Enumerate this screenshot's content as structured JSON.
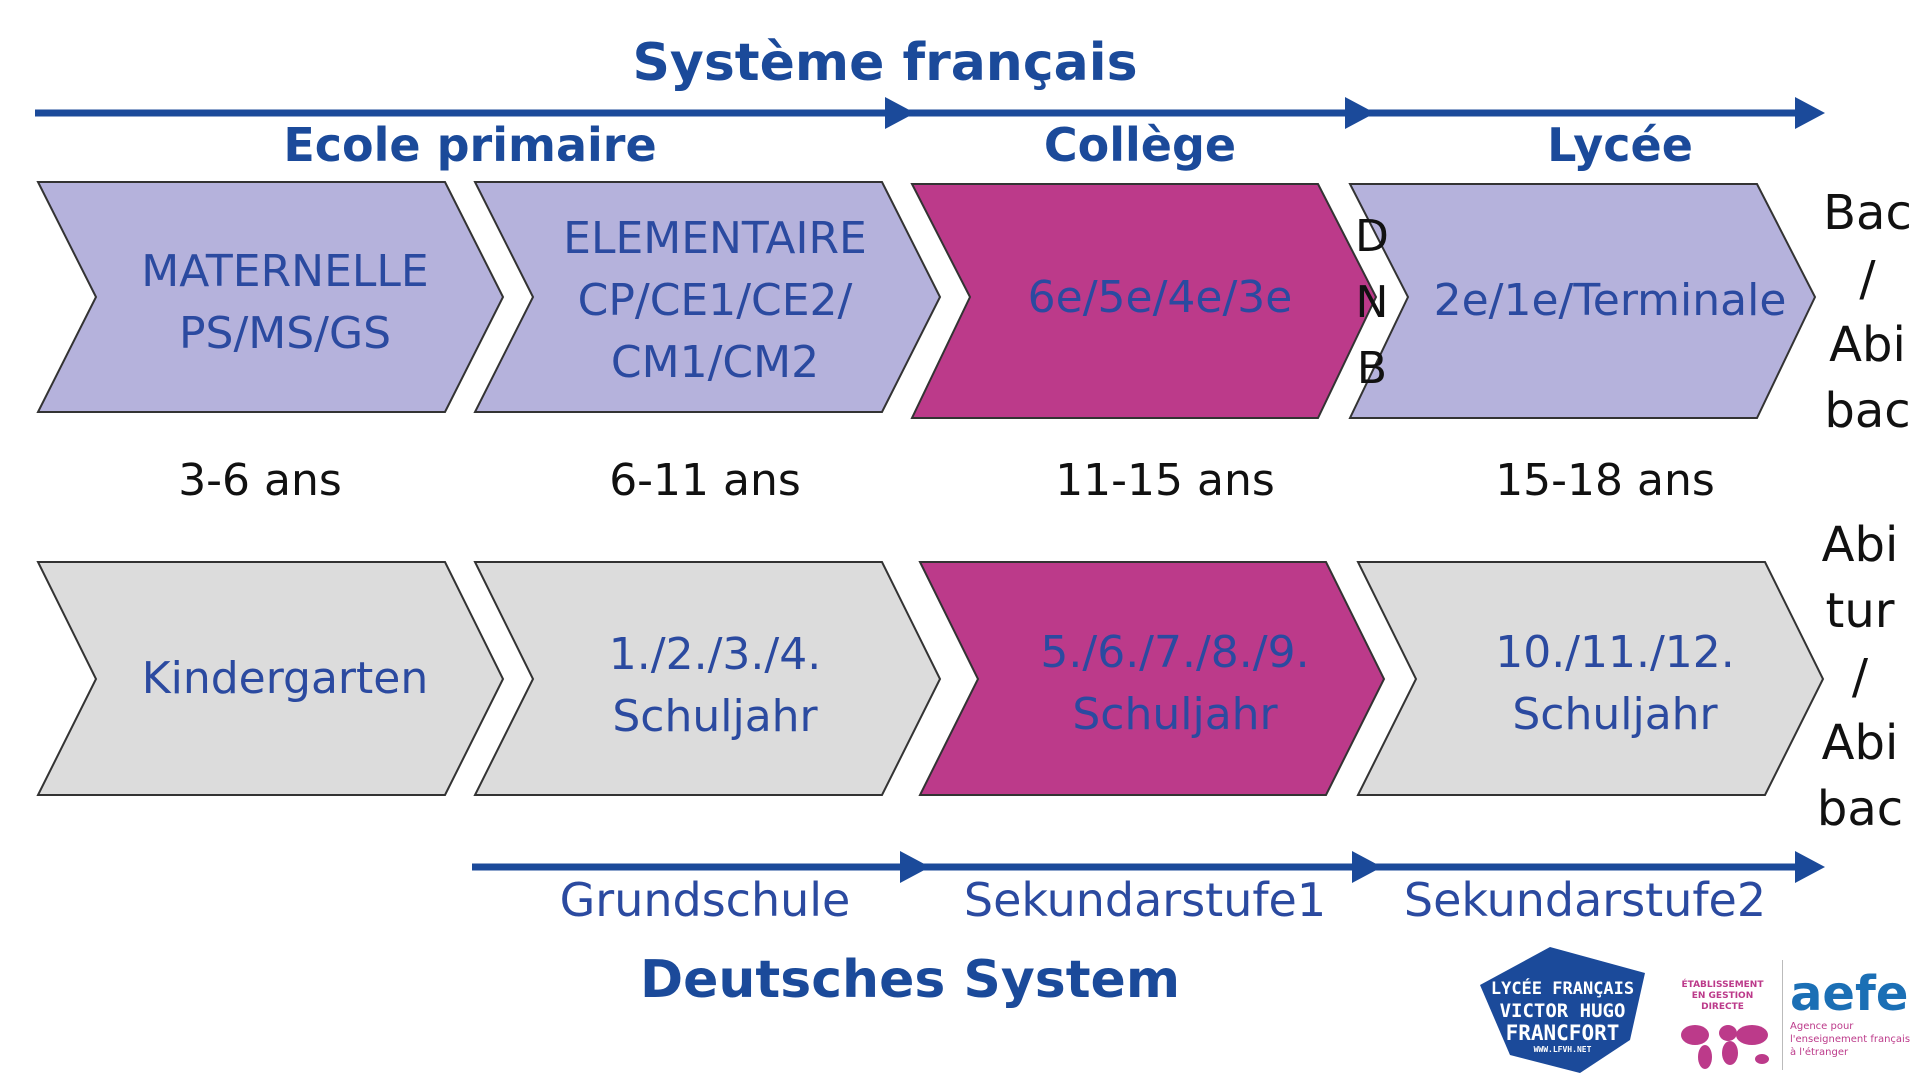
{
  "colors": {
    "blue": "#1b4a9a",
    "lavender": "#b5b2dc",
    "gray": "#dcdcdc",
    "magenta": "#bc3a8a"
  },
  "french": {
    "title": "Système français",
    "stages": [
      "Ecole primaire",
      "Collège",
      "Lycée"
    ],
    "chevrons": [
      {
        "lines": [
          "MATERNELLE",
          "PS/MS/GS"
        ],
        "color": "#b5b2dc"
      },
      {
        "lines": [
          "ELEMENTAIRE",
          "CP/CE1/CE2/",
          "CM1/CM2"
        ],
        "color": "#b5b2dc"
      },
      {
        "lines": [
          "6e/5e/4e/3e"
        ],
        "color": "#bc3a8a"
      },
      {
        "lines": [
          "2e/1e/Terminale"
        ],
        "color": "#b5b2dc"
      }
    ],
    "dnb": "D\nN\nB",
    "final": "Bac\n/\nAbi\nbac"
  },
  "ages": [
    "3-6 ans",
    "6-11 ans",
    "11-15 ans",
    "15-18 ans"
  ],
  "german": {
    "title": "Deutsches System",
    "chevrons": [
      {
        "lines": [
          "Kindergarten"
        ],
        "color": "#dcdcdc"
      },
      {
        "lines": [
          "1./2./3./4.",
          "Schuljahr"
        ],
        "color": "#dcdcdc"
      },
      {
        "lines": [
          "5./6./7./8./9.",
          "Schuljahr"
        ],
        "color": "#bc3a8a"
      },
      {
        "lines": [
          "10./11./12.",
          "Schuljahr"
        ],
        "color": "#dcdcdc"
      }
    ],
    "stages": [
      "Grundschule",
      "Sekundarstufe1",
      "Sekundarstufe2"
    ],
    "final": "Abi\ntur\n/\nAbi\nbac"
  },
  "logos": {
    "lycee": [
      "LYCÉE FRANÇAIS",
      "VICTOR HUGO",
      "FRANCFORT",
      "WWW.LFVH.NET"
    ],
    "etablissement": [
      "ÉTABLISSEMENT",
      "EN GESTION DIRECTE"
    ],
    "aefe": "aefe",
    "aefe_tagline": [
      "Agence pour",
      "l'enseignement français",
      "à l'étranger"
    ]
  }
}
